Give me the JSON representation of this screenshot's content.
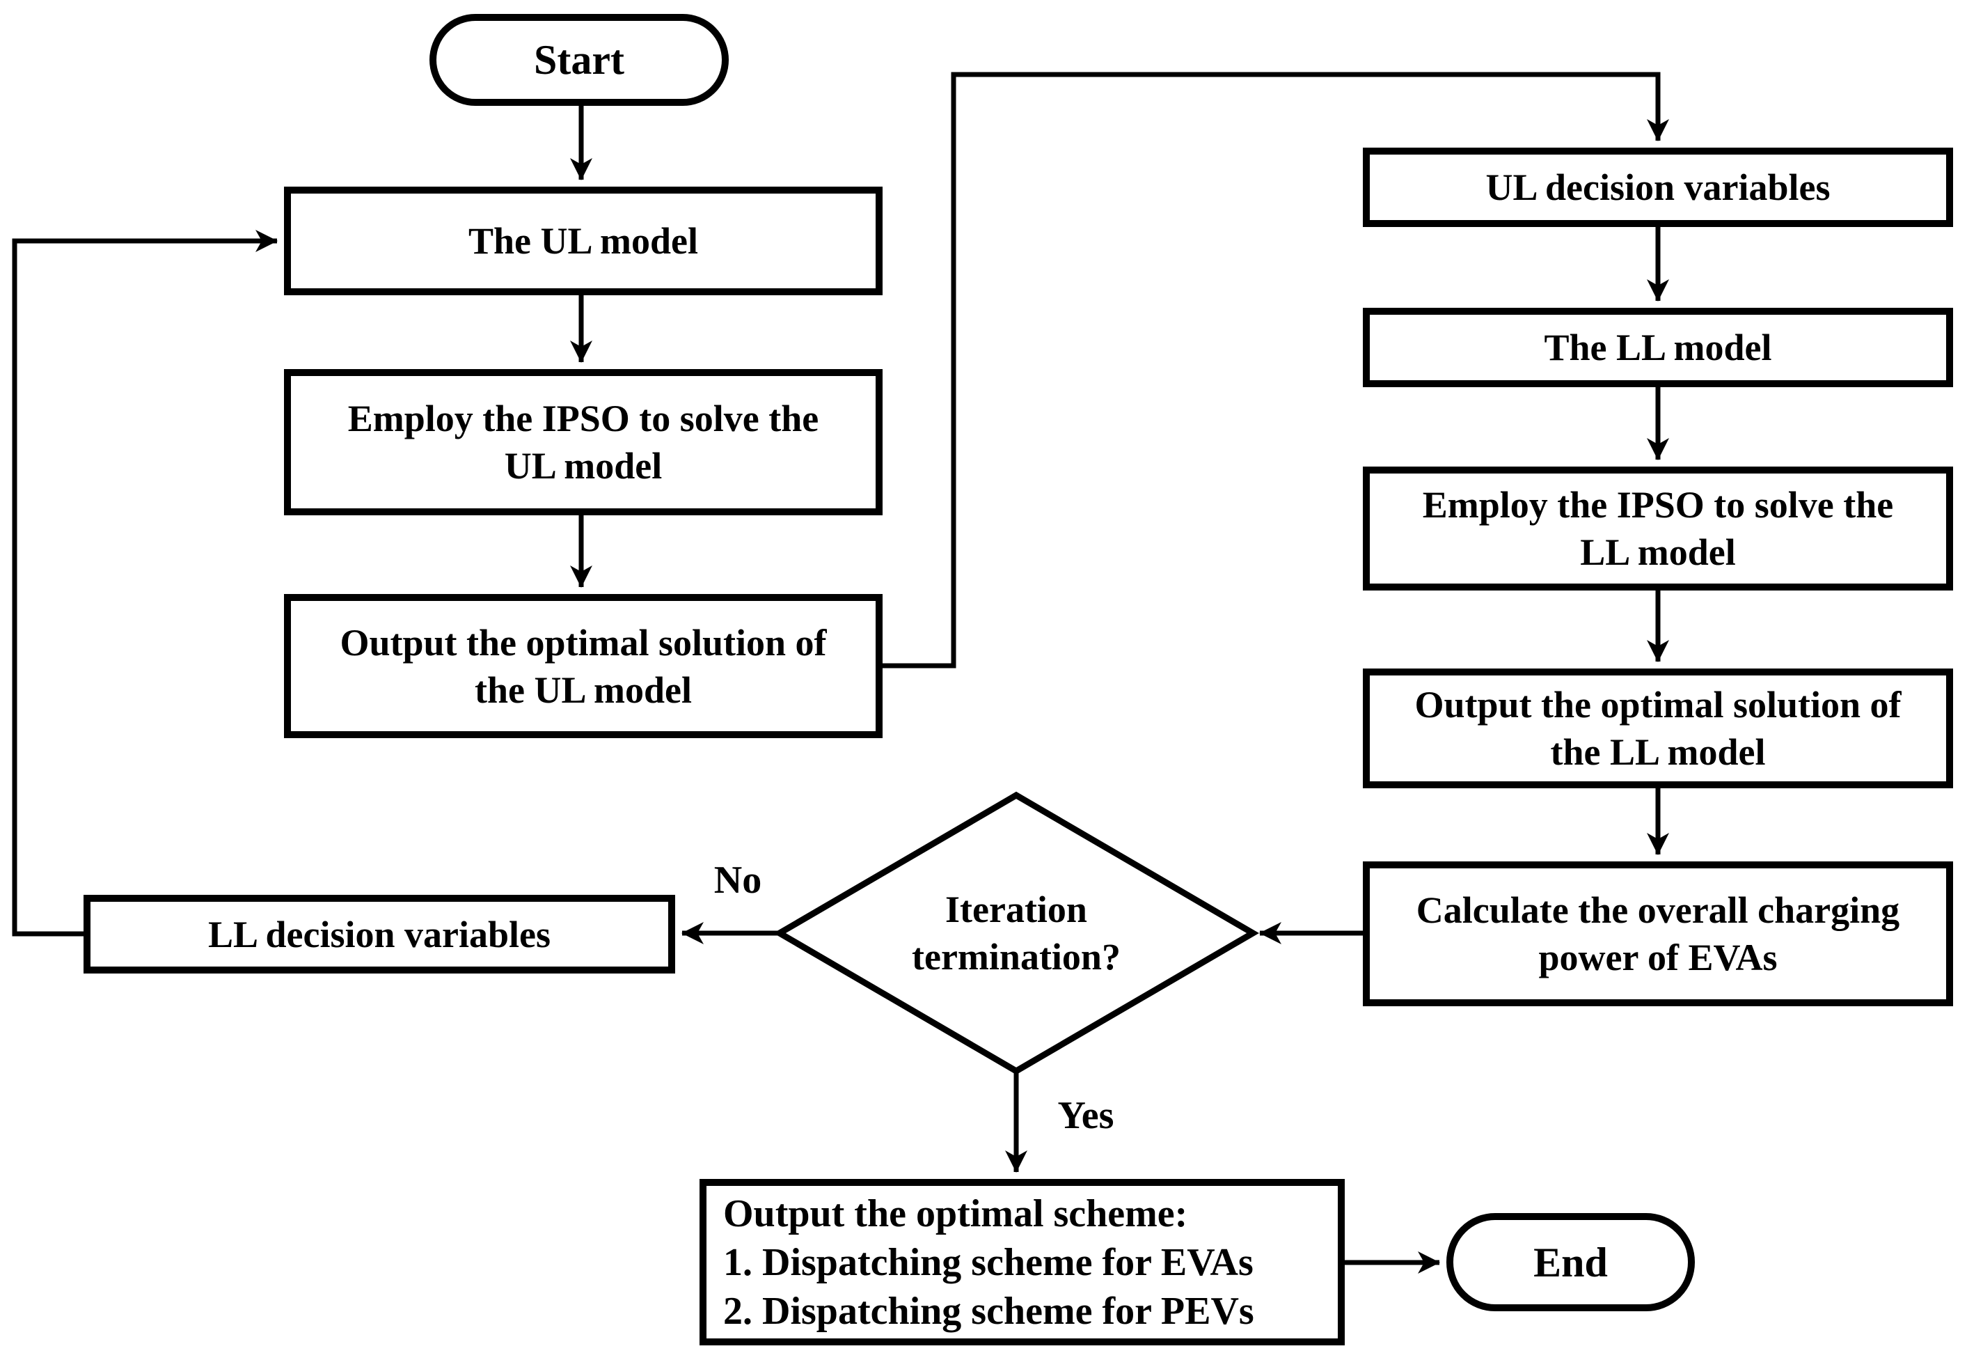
{
  "colors": {
    "background": "#ffffff",
    "line": "#000000",
    "text": "#000000"
  },
  "nodes": {
    "start": {
      "lines": [
        "Start"
      ]
    },
    "ul_model": {
      "lines": [
        "The UL model"
      ]
    },
    "ipso_ul": {
      "lines": [
        "Employ the IPSO to solve the",
        "UL model"
      ]
    },
    "output_ul": {
      "lines": [
        "Output the optimal solution of",
        "the UL model"
      ]
    },
    "ul_decision": {
      "lines": [
        "UL decision variables"
      ]
    },
    "ll_model": {
      "lines": [
        "The LL model"
      ]
    },
    "ipso_ll": {
      "lines": [
        "Employ the IPSO to solve the",
        "LL model"
      ]
    },
    "output_ll": {
      "lines": [
        "Output the optimal solution of",
        "the LL model"
      ]
    },
    "calc_power": {
      "lines": [
        "Calculate the overall charging",
        "power of EVAs"
      ]
    },
    "decision": {
      "lines": [
        "Iteration",
        "termination?"
      ]
    },
    "ll_decision": {
      "lines": [
        "LL decision variables"
      ]
    },
    "output_scheme": {
      "lines": [
        "Output the optimal scheme:",
        "1. Dispatching scheme for EVAs",
        "2. Dispatching scheme for PEVs"
      ]
    },
    "end": {
      "lines": [
        "End"
      ]
    }
  },
  "edge_labels": {
    "no": "No",
    "yes": "Yes"
  }
}
